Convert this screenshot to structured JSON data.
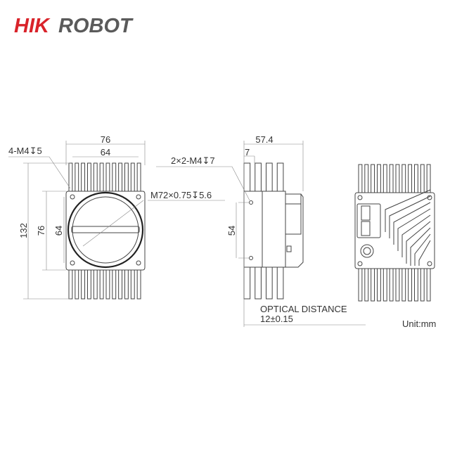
{
  "logo": {
    "part1": "HIK",
    "part2": "ROBOT",
    "color1": "#d9232a",
    "color2": "#5a5a5a"
  },
  "front_view": {
    "width_outer": "76",
    "width_inner": "64",
    "height_total": "132",
    "height_body": "76",
    "hole_spacing_vertical": "64",
    "mount_holes": "4-M4↧5",
    "lens_mount": "M72×0.75↧5.6"
  },
  "side_view": {
    "length": "57.4",
    "offset": "7",
    "hole_spacing": "54",
    "side_holes": "2×2-M4↧7",
    "optical_distance_label": "OPTICAL DISTANCE",
    "optical_distance_value": "12±0.15"
  },
  "unit": "Unit:mm"
}
